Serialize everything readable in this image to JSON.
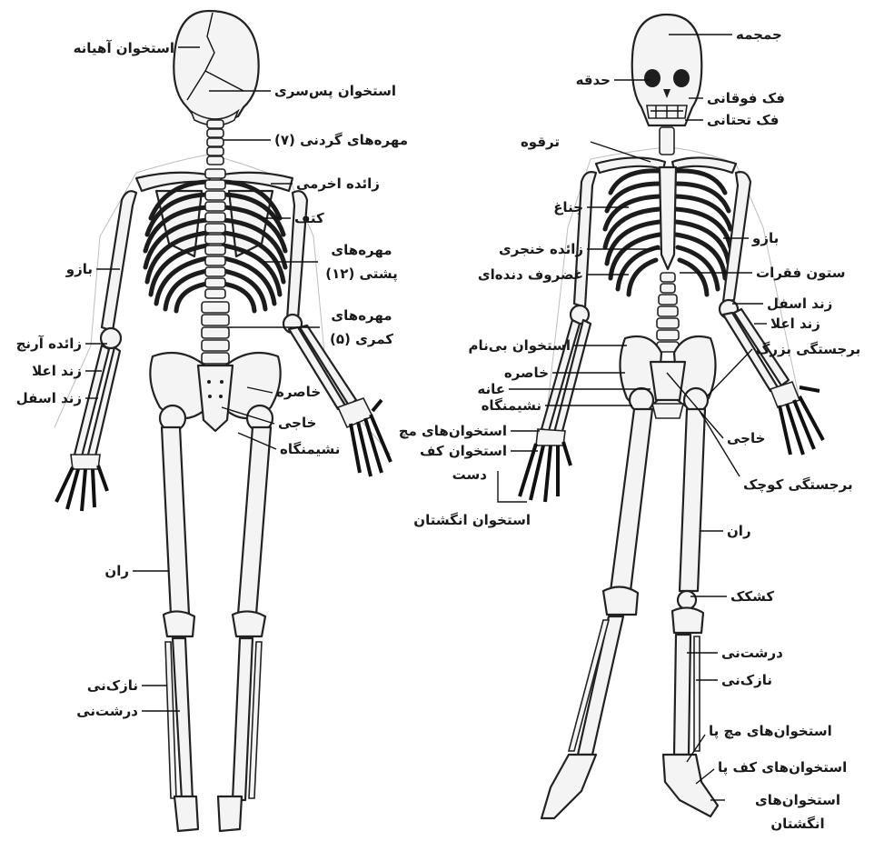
{
  "back_view": {
    "parietal": "استخوان آهیانه",
    "occipital": "استخوان پس‌سری",
    "cervical": "مهره‌های گردنی (۷)",
    "acromion": "زائده اخرمی",
    "scapula": "کتف",
    "thoracic_1": "مهره‌های",
    "thoracic_2": "پشتی (۱۲)",
    "humerus": "بازو",
    "lumbar_1": "مهره‌های",
    "lumbar_2": "کمری (۵)",
    "olecranon": "زائده آرنج",
    "radius": "زند اعلا",
    "ulna": "زند اسفل",
    "ilium": "خاصره",
    "coccyx": "خاجی",
    "ischium": "نشیمنگاه",
    "femur": "ران",
    "fibula": "نازک‌نی",
    "tibia": "درشت‌نی"
  },
  "front_view": {
    "cranium": "جمجمه",
    "orbit": "حدقه",
    "maxilla": "فک فوقانی",
    "mandible": "فک تحتانی",
    "clavicle": "ترقوه",
    "sternum": "جناغ",
    "xiphoid": "زائده خنجری",
    "costal_cartilage": "غضروف دنده‌ای",
    "humerus": "بازو",
    "spine": "ستون فقرات",
    "ulna": "زند اسفل",
    "radius": "زند اعلا",
    "greater_trochanter": "برجستگی بزرگ",
    "hip_bone": "استخوان بی‌نام",
    "ilium": "خاصره",
    "pubis": "عانه",
    "ischium": "نشیمنگاه",
    "sacrum": "خاجی",
    "carpals": "استخوان‌های مچ",
    "metacarpals": "استخوان کف",
    "hand": "دست",
    "lesser_trochanter": "برجستگی کوچک",
    "phalanges_hand": "استخوان انگشتان",
    "femur": "ران",
    "patella": "کشکک",
    "tibia": "درشت‌نی",
    "fibula": "نازک‌نی",
    "tarsals": "استخوان‌های مچ پا",
    "metatarsals": "استخوان‌های کف پا",
    "phalanges_foot_1": "استخوان‌های",
    "phalanges_foot_2": "انگشتان"
  }
}
